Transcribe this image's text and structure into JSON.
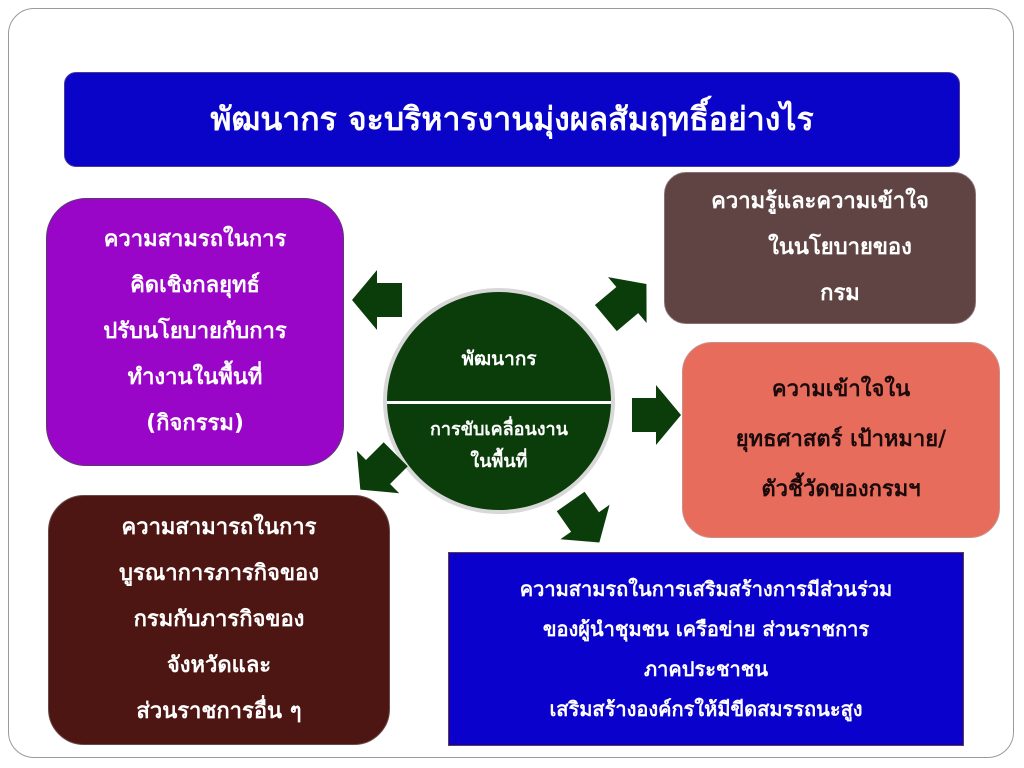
{
  "title": "พัฒนากร จะบริหารงานมุ่งผลสัมฤทธิ์อย่างไร",
  "center": {
    "top": "พัฒนากร",
    "bottom": [
      "การขับเคลื่อนงาน",
      "ในพื้นที่"
    ]
  },
  "boxes": {
    "strategic_thinking": [
      "ความสามรถในการ",
      "คิดเชิงกลยุทธ์",
      "ปรับนโยบายกับการ",
      "ทำงานในพื้นที่",
      "(กิจกรรม)"
    ],
    "integration": [
      "ความสามารถในการ",
      "บูรณาการภารกิจของ",
      "กรมกับภารกิจของ",
      "จังหวัดและ",
      "ส่วนราชการอื่น ๆ"
    ],
    "policy_knowledge": [
      "ความรู้และความเข้าใจ",
      "ในนโยบายของ",
      "กรม"
    ],
    "strategy_understanding": [
      "ความเข้าใจใน",
      "ยุทธศาสตร์ เป้าหมาย/",
      "ตัวชี้วัดของกรมฯ"
    ],
    "participation": [
      "ความสามรถในการเสริมสร้างการมีส่วนร่วม",
      "ของผู้นำชุมชน เครือข่าย ส่วนราชการ",
      "ภาคประชาชน",
      "เสริมสร้างองค์กรให้มีขีดสมรรถนะสูง"
    ]
  },
  "colors": {
    "title_bg": "#0a03c8",
    "center_bg": "#0b3d0b",
    "arrow": "#0b3d0b",
    "strategic_bg": "#9a06c8",
    "integration_bg": "#4e1612",
    "knowledge_bg": "#604444",
    "understanding_bg": "#e86c5c",
    "participation_bg": "#0a02cc"
  }
}
